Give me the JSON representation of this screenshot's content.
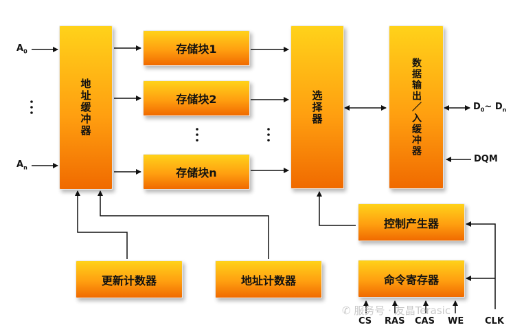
{
  "blocks": {
    "addr_buffer": "地址缓冲器",
    "bank1": "存储块1",
    "bank2": "存储块2",
    "bankn": "存储块n",
    "selector": "选择器",
    "data_io": "数据输出／入缓冲器",
    "ctrl_gen": "控制产生器",
    "cmd_reg": "命令寄存器",
    "refresh_cnt": "更新计数器",
    "addr_cnt": "地址计数器"
  },
  "signals": {
    "a0": "A",
    "a0_sub": "0",
    "an": "A",
    "an_sub": "n",
    "d_start": "D",
    "d_start_sub": "0",
    "tilde": "~",
    "d_end": "D",
    "d_end_sub": "n",
    "dqm": "DQM",
    "cs": "CS",
    "ras": "RAS",
    "cas": "CAS",
    "we": "WE",
    "clk": "CLK"
  },
  "watermark": "服务号 · 友晶Terasic",
  "colors": {
    "block_top": "#ffd21a",
    "block_bottom": "#f06a00",
    "line": "#111111"
  }
}
